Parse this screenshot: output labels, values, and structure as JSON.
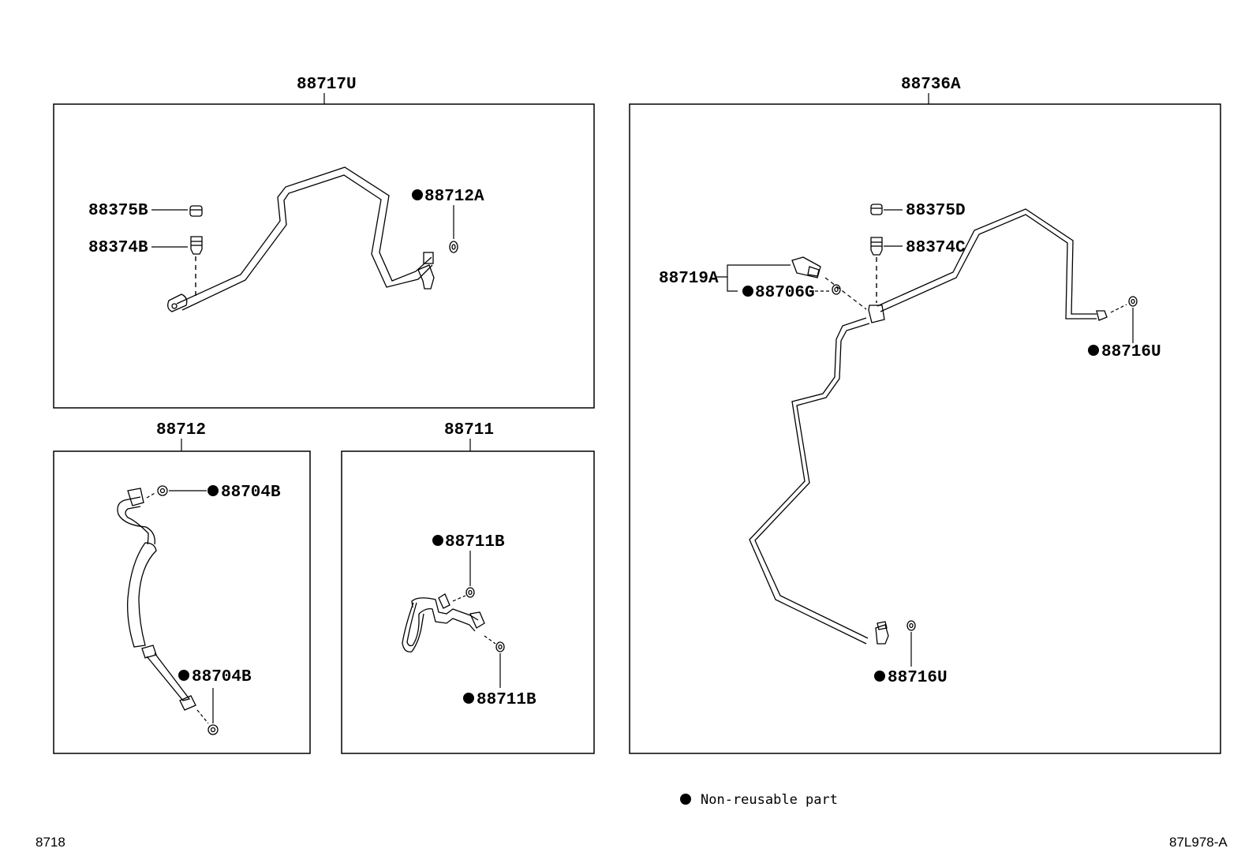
{
  "groups": {
    "g1": {
      "title": "88717U",
      "labels": {
        "l1": "88375B",
        "l2": "88374B",
        "l3": "88712A"
      }
    },
    "g2": {
      "title": "88712",
      "labels": {
        "l1": "88704B",
        "l2": "88704B"
      }
    },
    "g3": {
      "title": "88711",
      "labels": {
        "l1": "88711B",
        "l2": "88711B"
      }
    },
    "g4": {
      "title": "88736A",
      "labels": {
        "l1": "88375D",
        "l2": "88374C",
        "l3": "88719A",
        "l4": "88706G",
        "l5": "88716U",
        "l6": "88716U"
      }
    }
  },
  "legend": {
    "text": "Non-reusable part"
  },
  "footer": {
    "left": "8718",
    "right": "87L978-A"
  }
}
